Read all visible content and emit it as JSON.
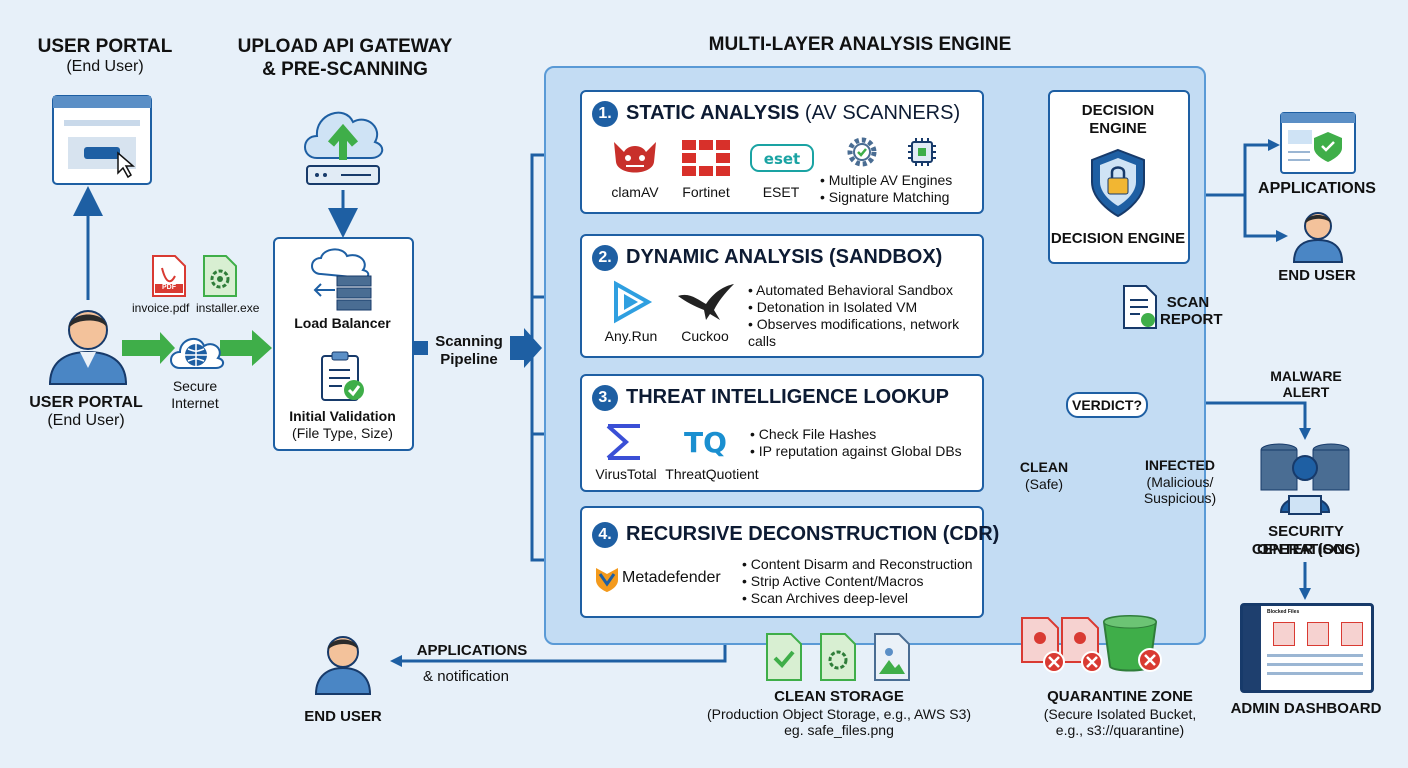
{
  "header": {
    "user_portal_title": "USER PORTAL",
    "user_portal_sub": "(End User)",
    "gateway_title_1": "UPLOAD API GATEWAY",
    "gateway_title_2": "& PRE-SCANNING",
    "engine_title": "MULTI-LAYER ANALYSIS ENGINE"
  },
  "left": {
    "file1": "invoice.pdf",
    "file2": "installer.exe",
    "file1_badge": "PDF",
    "secure_1": "Secure",
    "secure_2": "Internet",
    "portal_label_1": "USER PORTAL",
    "portal_label_2": "(End User)"
  },
  "gateway": {
    "load_balancer": "Load Balancer",
    "validation_1": "Initial Validation",
    "validation_2": "(File Type, Size)",
    "pipeline_1": "Scanning",
    "pipeline_2": "Pipeline"
  },
  "cards": [
    {
      "num": "1.",
      "title_bold": "STATIC ANALYSIS",
      "title_rest": " (AV SCANNERS)",
      "tools": [
        "clamAV",
        "Fortinet",
        "ESET"
      ],
      "bullets": [
        "Multiple AV Engines",
        "Signature Matching"
      ]
    },
    {
      "num": "2.",
      "title_bold": "DYNAMIC ANALYSIS (SANDBOX)",
      "title_rest": "",
      "tools": [
        "Any.Run",
        "Cuckoo"
      ],
      "bullets": [
        "Automated Behavioral Sandbox",
        "Detonation in Isolated VM",
        "Observes modifications, network calls"
      ]
    },
    {
      "num": "3.",
      "title_bold": "THREAT INTELLIGENCE LOOKUP",
      "title_rest": "",
      "tools": [
        "VirusTotal",
        "ThreatQuotient"
      ],
      "bullets": [
        "Check File Hashes",
        "IP reputation against Global DBs"
      ]
    },
    {
      "num": "4.",
      "title_bold": "RECURSIVE DECONSTRUCTION (CDR)",
      "title_rest": "",
      "tools": [
        "Metadefender"
      ],
      "bullets": [
        "Content Disarm and Reconstruction",
        "Strip Active Content/Macros",
        "Scan Archives deep-level"
      ]
    }
  ],
  "decision": {
    "title_1": "DECISION",
    "title_2": "ENGINE",
    "label": "DECISION ENGINE",
    "scan_report_1": "SCAN",
    "scan_report_2": "REPORT",
    "verdict": "VERDICT?",
    "clean_1": "CLEAN",
    "clean_2": "(Safe)",
    "infected_1": "INFECTED",
    "infected_2": "(Malicious/",
    "infected_3": "Suspicious)"
  },
  "right": {
    "applications": "APPLICATIONS",
    "end_user": "END USER",
    "malware_alert_1": "MALWARE",
    "malware_alert_2": "ALERT",
    "soc_1": "SECURITY OPERATIONS",
    "soc_2": "CENTER (SOC)",
    "admin": "ADMIN DASHBOARD",
    "admin_screen_title": "Blocked Files"
  },
  "bottom": {
    "applications": "APPLICATIONS",
    "notification": "& notification",
    "end_user": "END USER",
    "clean_storage_1": "CLEAN STORAGE",
    "clean_storage_2": "(Production Object Storage, e.g., AWS S3)",
    "clean_storage_3": "eg. safe_files.png",
    "quarantine_1": "QUARANTINE ZONE",
    "quarantine_2": "(Secure Isolated Bucket,",
    "quarantine_3": "e.g., s3://quarantine)"
  },
  "colors": {
    "primary": "#1e5fa3",
    "arrow_green": "#3fae49",
    "arrow_red": "#d93a32",
    "engine_bg": "#c3dcf3",
    "page_bg": "#e7f0f9"
  }
}
